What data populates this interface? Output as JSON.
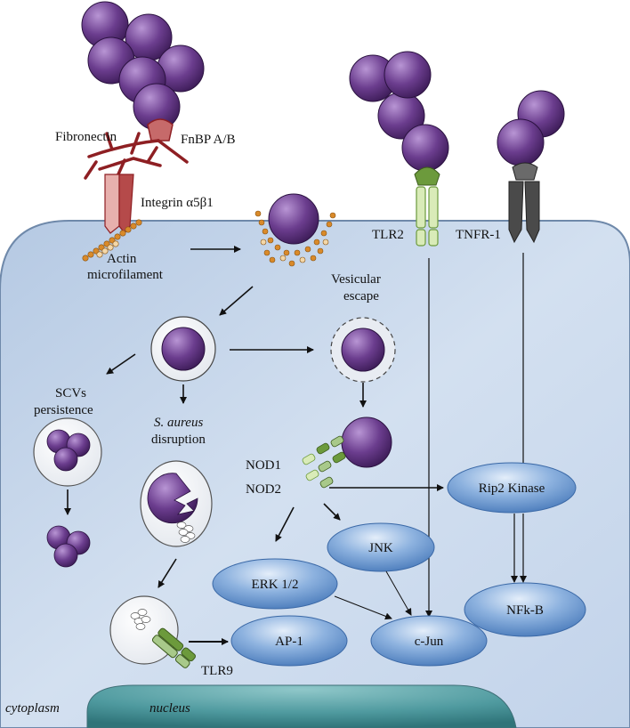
{
  "colors": {
    "cell_fill": "#c9d8ec",
    "cell_stroke": "#6f89aa",
    "nucleus_fill": "#4f9a9f",
    "bacterium": "#5a2f7a",
    "bacterium_light": "#b895d4",
    "oval": "#4e7fc0",
    "oval_light": "#cfe0f5",
    "receptor_green": "#6c9a3c",
    "receptor_light": "#d9ebb8",
    "tnfr_gray": "#4a4a4a",
    "integrin_red": "#8e1f23",
    "integrin_light": "#e7b0ad",
    "actin_orange": "#d98a2a"
  },
  "labels": {
    "fibronectin": "Fibronectin",
    "fnbp": "FnBP A/B",
    "integrin": "Integrin α5β1",
    "actin_line1": "Actin",
    "actin_line2": "microfilament",
    "tlr2": "TLR2",
    "tnfr1": "TNFR-1",
    "vesicular_line1": "Vesicular",
    "vesicular_line2": "escape",
    "scvs_line1": "SCVs",
    "scvs_line2": "persistence",
    "saureus_line1": "S. aureus",
    "saureus_line2": "disruption",
    "nod1": "NOD1",
    "nod2": "NOD2",
    "tlr9": "TLR9",
    "cytoplasm": "cytoplasm",
    "nucleus": "nucleus"
  },
  "nodes": {
    "rip2": "Rip2 Kinase",
    "jnk": "JNK",
    "erk": "ERK 1/2",
    "nfkb": "NFk-B",
    "ap1": "AP-1",
    "cjun": "c-Jun"
  }
}
